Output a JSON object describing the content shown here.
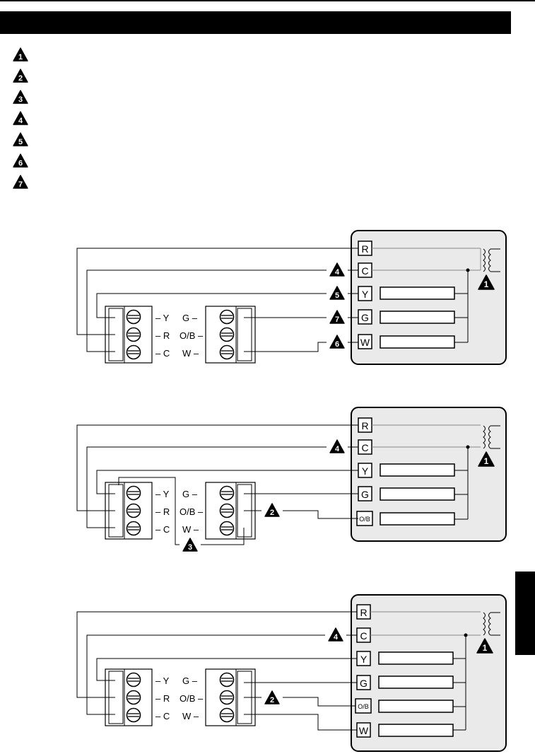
{
  "notes": [
    {
      "num": "1"
    },
    {
      "num": "2"
    },
    {
      "num": "3"
    },
    {
      "num": "4"
    },
    {
      "num": "5"
    },
    {
      "num": "6"
    },
    {
      "num": "7"
    }
  ],
  "thermostat_terminals": {
    "left": [
      "Y",
      "R",
      "C"
    ],
    "right": [
      "G",
      "O/B",
      "W"
    ]
  },
  "diagram1": {
    "equipment_terminals": [
      "R",
      "C",
      "Y",
      "G",
      "W"
    ],
    "callouts": {
      "transformer": "1",
      "c_wire": "4",
      "y_wire": "5",
      "g_wire": "7",
      "w_wire": "6"
    }
  },
  "diagram2": {
    "equipment_terminals": [
      "R",
      "C",
      "Y",
      "G",
      "O/B"
    ],
    "callouts": {
      "transformer": "1",
      "c_wire": "4",
      "ob_wire": "2",
      "jumper": "3"
    }
  },
  "diagram3": {
    "equipment_terminals": [
      "R",
      "C",
      "Y",
      "G",
      "O/B",
      "W"
    ],
    "callouts": {
      "transformer": "1",
      "c_wire": "4",
      "ob_wire": "2"
    }
  }
}
